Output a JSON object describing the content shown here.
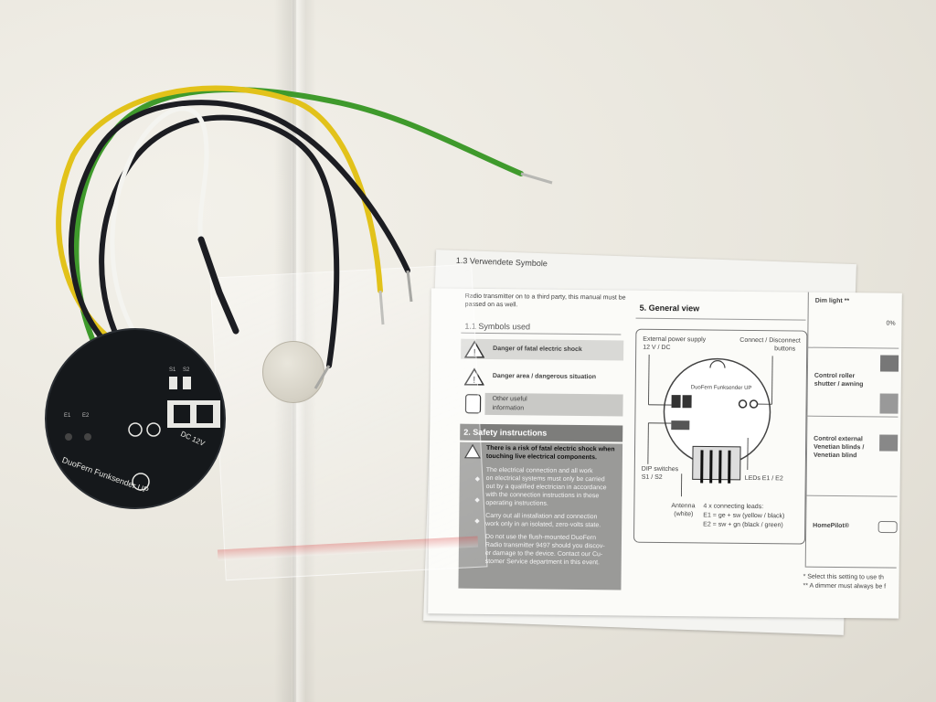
{
  "device": {
    "label_top": "DuoFern Funksender UP",
    "dc_label": "DC 12V",
    "pin_labels": [
      "E1",
      "E2",
      "S1",
      "S2"
    ]
  },
  "manual_back": {
    "heading": "1.3 Verwendete Symbole"
  },
  "manual": {
    "intro_line1": "Radio transmitter on to a third party, this manual must be",
    "intro_line2": "passed on as well.",
    "symbols_heading": "1.1  Symbols used",
    "sym1": "Danger of fatal electric shock",
    "sym2": "Danger area / dangerous situation",
    "sym3_line1": "Other useful",
    "sym3_line2": "information",
    "safety_heading": "2.  Safety instructions",
    "safety_warn1": "There is a risk of fatal electric shock when",
    "safety_warn2": "touching live electrical components.",
    "bullet1": [
      "The electrical connection and all work",
      "on electrical systems must only be carried",
      "out by a qualified electrician in accordance",
      "with the connection instructions in these",
      "operating instructions."
    ],
    "bullet2": [
      "Carry out all installation and connection",
      "work only in an isolated, zero-volts state."
    ],
    "bullet3": [
      "Do not use the flush-mounted DuoFern",
      "Radio transmitter 9497 should you discov-",
      "er damage to the device. Contact our Cu-",
      "stomer Service department in this event."
    ],
    "general_heading": "5.  General view",
    "ext_power1": "External power supply",
    "ext_power2": "12 V / DC",
    "connect1": "Connect / Disconnect",
    "connect2": "buttons",
    "dip1": "DIP switches",
    "dip2": "S1 / S2",
    "leds": "LEDs E1 / E2",
    "antenna1": "Antenna",
    "antenna2": "(white)",
    "leads_title": "4 x connecting leads:",
    "leads1": "E1 = ge + sw (yellow / black)",
    "leads2": "E2 = sw + gn (black / green)",
    "diagram_label": "DuoFern Funksender UP",
    "col_head": "Dim light **",
    "pct": "0%",
    "row1a": "Control roller",
    "row1b": "shutter / awning",
    "row2a": "Control external",
    "row2b": "Venetian blinds /",
    "row2c": "Venetian blind",
    "row3": "HomePilot®",
    "foot1": "*   Select this setting to use th",
    "foot2": "**  A dimmer must always be f"
  },
  "colors": {
    "board": "#15181b",
    "wire_yellow": "#e2c21a",
    "wire_green": "#3f9a2c",
    "wire_black": "#1c1d22",
    "wire_white": "#f4f4f0"
  }
}
